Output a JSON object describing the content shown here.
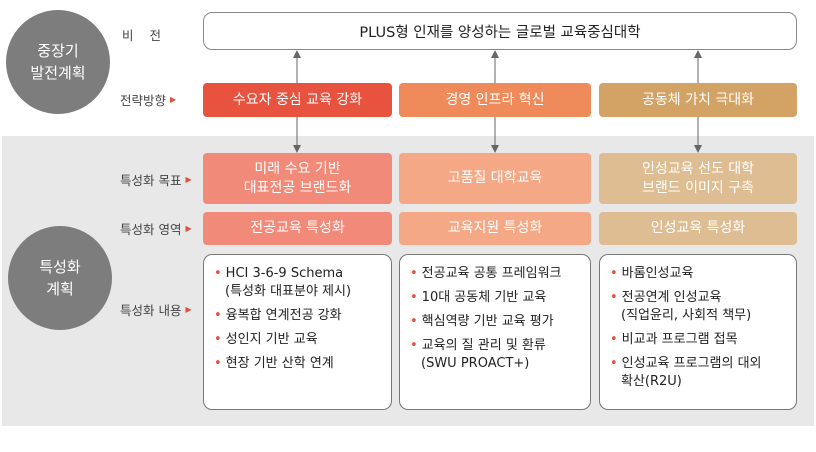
{
  "circles": {
    "top": [
      "중장기",
      "발전계획"
    ],
    "bottom": [
      "특성화",
      "계획"
    ]
  },
  "row_labels": {
    "vision": "비 전",
    "strategy": "전략방향",
    "goal": "특성화 목표",
    "area": "특성화 영역",
    "content": "특성화 내용"
  },
  "vision": "PLUS형 인재를 양성하는 글로벌 교육중심대학",
  "columns": [
    {
      "strategy": "수요자 중심 교육 강화",
      "goal": [
        "미래 수요 기반",
        "대표전공 브랜드화"
      ],
      "area": "전공교육 특성화",
      "items": [
        [
          "HCI 3-6-9 Schema",
          "(특성화 대표분야 제시)"
        ],
        [
          "융복합 연계전공 강화"
        ],
        [
          "성인지 기반 교육"
        ],
        [
          "현장 기반 산학 연계"
        ]
      ]
    },
    {
      "strategy": "경영 인프라 혁신",
      "goal": [
        "고품질 대학교육"
      ],
      "area": "교육지원 특성화",
      "items": [
        [
          "전공교육 공통 프레임워크"
        ],
        [
          "10대 공동체 기반 교육"
        ],
        [
          "핵심역량 기반 교육 평가"
        ],
        [
          "교육의 질 관리 및 환류",
          "(SWU PROACT+)"
        ]
      ]
    },
    {
      "strategy": "공동체 가치 극대화",
      "goal": [
        "인성교육 선도 대학",
        "브랜드 이미지 구축"
      ],
      "area": "인성교육 특성화",
      "items": [
        [
          "바롬인성교육"
        ],
        [
          "전공연계 인성교육",
          "(직업윤리, 사회적 책무)"
        ],
        [
          "비교과 프로그램 접목"
        ],
        [
          "인성교육 프로그램의 대외",
          "확산(R2U)"
        ]
      ]
    }
  ],
  "bullet": "•",
  "arrow_glyph": "▶",
  "colors": {
    "col1": "#e8533f",
    "col2": "#ef8a5a",
    "col3": "#d2a365",
    "accent": "#e0503a",
    "panel": "#e8e8e8",
    "circle": "#7d7d7d"
  }
}
